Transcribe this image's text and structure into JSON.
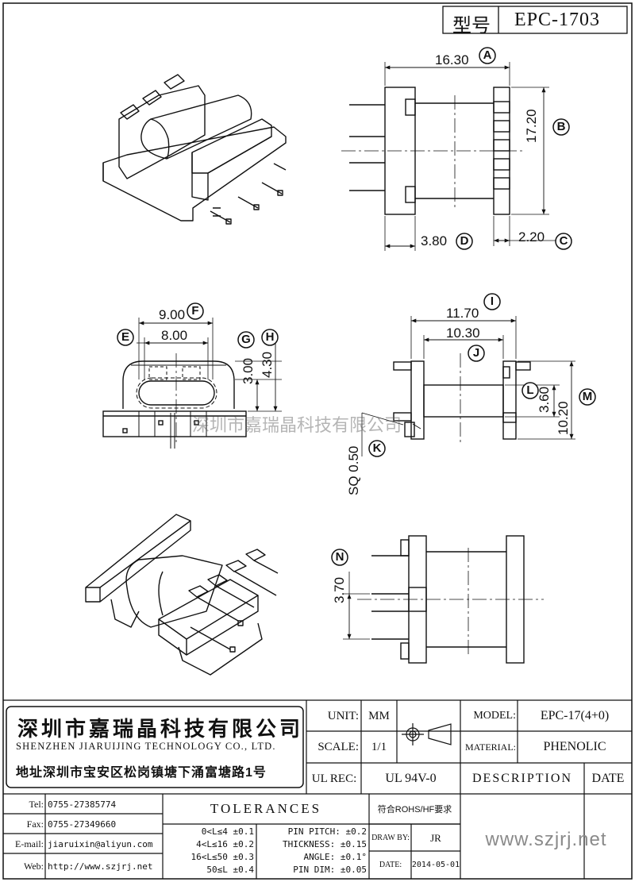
{
  "header": {
    "model_label": "型号",
    "model_value": "EPC-1703"
  },
  "dimensions": {
    "a_value": "16.30",
    "a_tag": "A",
    "b_value": "17.20",
    "b_tag": "B",
    "c_value": "2.20",
    "c_tag": "C",
    "d_value": "3.80",
    "d_tag": "D",
    "e_tag": "E",
    "f_value": "9.00",
    "f_tag": "F",
    "g_tag": "G",
    "g_value": "3.00",
    "h_tag": "H",
    "h_value": "4.30",
    "e_value": "8.00",
    "i_value": "11.70",
    "i_tag": "I",
    "j_value": "10.30",
    "j_tag": "J",
    "k_value": "SQ 0.50",
    "k_tag": "K",
    "l_value": "3.60",
    "l_tag": "L",
    "m_value": "10.20",
    "m_tag": "M",
    "n_value": "3.70",
    "n_tag": "N"
  },
  "watermark": "深圳市嘉瑞晶科技有限公司",
  "company": {
    "name_cn": "深圳市嘉瑞晶科技有限公司",
    "name_en": "SHENZHEN JIARUIJING TECHNOLOGY CO., LTD.",
    "address": "地址深圳市宝安区松岗镇塘下涌富塘路1号"
  },
  "contacts": {
    "tel_label": "Tel:",
    "tel_value": "0755-27385774",
    "fax_label": "Fax:",
    "fax_value": "0755-27349660",
    "email_label": "E-mail:",
    "email_value": "jiaruixin@aliyun.com",
    "web_label": "Web:",
    "web_value": "http://www.szjrj.net"
  },
  "title_block": {
    "unit_label": "UNIT:",
    "unit_value": "MM",
    "scale_label": "SCALE:",
    "scale_value": "1/1",
    "ulrec_label": "UL REC:",
    "ulrec_value": "UL 94V-0",
    "model_label": "MODEL:",
    "model_value": "EPC-17(4+0)",
    "material_label": "MATERIAL:",
    "material_value": "PHENOLIC",
    "description_label": "DESCRIPTION",
    "date_label": "DATE",
    "tolerances_label": "TOLERANCES",
    "rohs": "符合ROHS/HF要求",
    "tol_1": "0<L≤4 ±0.1",
    "tol_2": "4<L≤16 ±0.2",
    "tol_3": "16<L≤50 ±0.3",
    "tol_4": "50≤L ±0.4",
    "pin_pitch": "PIN PITCH: ±0.2",
    "thickness": "THICKNESS: ±0.15",
    "angle": "ANGLE: ±0.1°",
    "pin_dim": "PIN DIM: ±0.05",
    "drawby_label": "DRAW BY:",
    "drawby_value": "JR",
    "date_row_label": "DATE:",
    "date_row_value": "2014-05-01",
    "website": "www.szjrj.net"
  }
}
